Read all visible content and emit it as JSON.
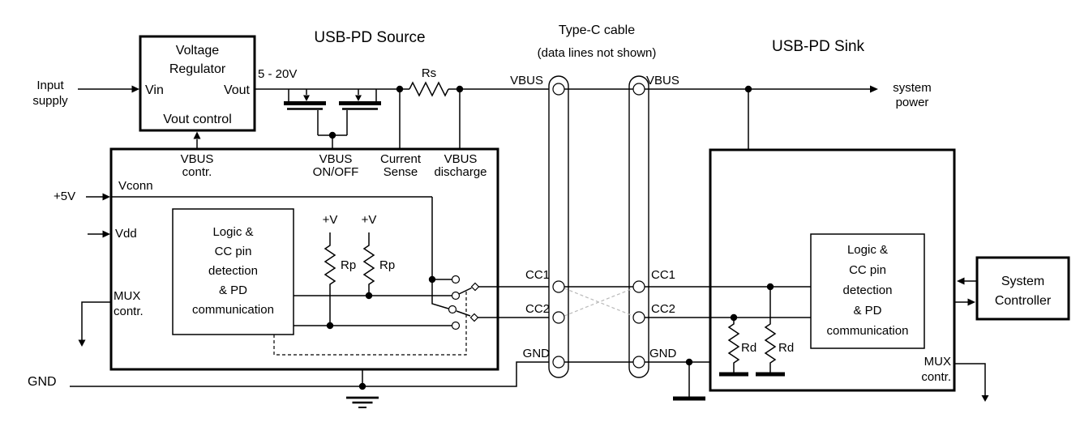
{
  "titles": {
    "source": "USB-PD Source",
    "cable": "Type-C cable",
    "cable_sub": "(data lines not shown)",
    "sink": "USB-PD Sink"
  },
  "source": {
    "input_supply": [
      "Input",
      "supply"
    ],
    "voltage_regulator": {
      "name": [
        "Voltage",
        "Regulator"
      ],
      "vin": "Vin",
      "vout": "Vout",
      "vout_control": "Vout control"
    },
    "voltage_range": "5 - 20V",
    "rs": "Rs",
    "pins": {
      "vbus_contr": [
        "VBUS",
        "contr."
      ],
      "vbus_onoff": [
        "VBUS",
        "ON/OFF"
      ],
      "current_sense": [
        "Current",
        "Sense"
      ],
      "vbus_discharge": [
        "VBUS",
        "discharge"
      ]
    },
    "plus5v": "+5V",
    "vconn": "Vconn",
    "vdd": "Vdd",
    "mux": [
      "MUX",
      "contr."
    ],
    "logic": [
      "Logic &",
      "CC pin",
      "detection",
      "& PD",
      "communication"
    ],
    "plus_v": [
      "+V",
      "+V"
    ],
    "rp": [
      "Rp",
      "Rp"
    ],
    "gnd": "GND"
  },
  "cable": {
    "left_pins": [
      "VBUS",
      "CC1",
      "CC2",
      "GND"
    ],
    "right_pins": [
      "VBUS",
      "CC1",
      "CC2",
      "GND"
    ]
  },
  "sink": {
    "system_power": [
      "system",
      "power"
    ],
    "logic": [
      "Logic &",
      "CC pin",
      "detection",
      "& PD",
      "communication"
    ],
    "rd": [
      "Rd",
      "Rd"
    ],
    "mux": [
      "MUX",
      "contr."
    ]
  },
  "system_controller": [
    "System",
    "Controller"
  ],
  "colors": {
    "source_fill": "#a9f6fb",
    "sink_fill": "#fedcb4",
    "regulator_fill": "#ddf3c8",
    "controller_fill": "#ddf3c8",
    "vbus_wire": "#e01111",
    "gnd_wire": "#25d31e",
    "cc_wire": "#b3b3b3"
  }
}
